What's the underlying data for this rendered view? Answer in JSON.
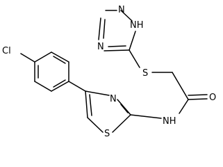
{
  "molecule": {
    "atom_labels": {
      "chlorine": "Cl",
      "triazole_n_top": "N",
      "triazole_nh": "NH",
      "triazole_n_left": "N",
      "thioether_s": "S",
      "carbonyl_o": "O",
      "thiazole_n": "N",
      "amide_nh": "NH",
      "thiazole_s": "S"
    }
  }
}
